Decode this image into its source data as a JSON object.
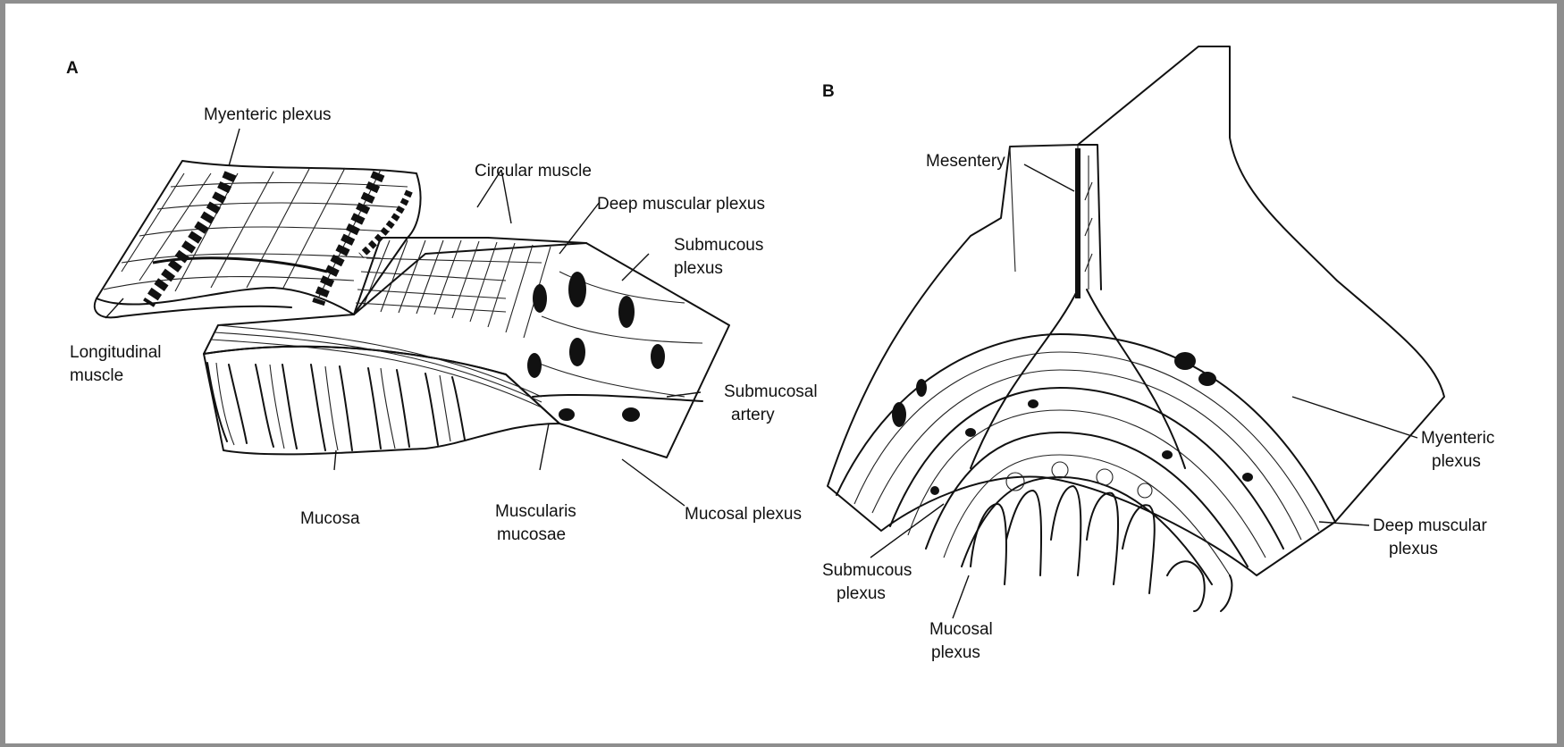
{
  "panels": {
    "a": {
      "letter": "A",
      "labels": {
        "myenteric_plexus": "Myenteric plexus",
        "circular_muscle": "Circular muscle",
        "deep_muscular_plexus": "Deep muscular plexus",
        "submucous_plexus_1": "Submucous",
        "submucous_plexus_2": "plexus",
        "longitudinal_muscle_1": "Longitudinal",
        "longitudinal_muscle_2": "muscle",
        "submucosal_artery_1": "Submucosal",
        "submucosal_artery_2": "artery",
        "mucosa": "Mucosa",
        "muscularis_mucosae_1": "Muscularis",
        "muscularis_mucosae_2": "mucosae",
        "mucosal_plexus": "Mucosal plexus"
      }
    },
    "b": {
      "letter": "B",
      "labels": {
        "mesentery": "Mesentery",
        "myenteric_plexus_1": "Myenteric",
        "myenteric_plexus_2": "plexus",
        "deep_muscular_plexus_1": "Deep muscular",
        "deep_muscular_plexus_2": "plexus",
        "submucous_plexus_1": "Submucous",
        "submucous_plexus_2": "plexus",
        "mucosal_plexus_1": "Mucosal",
        "mucosal_plexus_2": "plexus"
      }
    }
  },
  "colors": {
    "ink": "#111111",
    "paper": "#ffffff",
    "border": "#8e8e8e"
  }
}
